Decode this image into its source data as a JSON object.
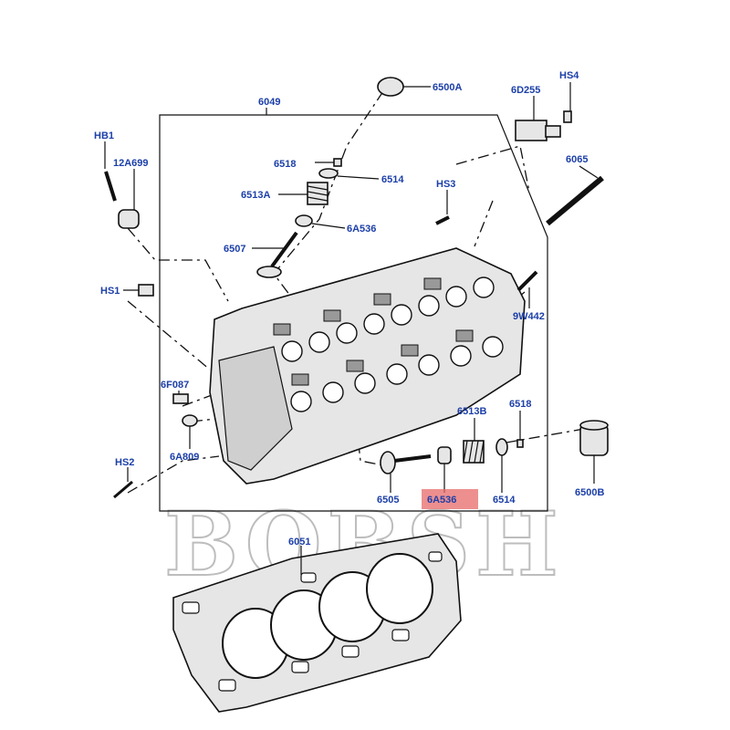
{
  "diagram": {
    "labels": {
      "l6049": "6049",
      "l6500A": "6500A",
      "l6D255": "6D255",
      "lHS4": "HS4",
      "lHB1": "HB1",
      "l12A699": "12A699",
      "l6518a": "6518",
      "l6514a": "6514",
      "l6065": "6065",
      "l6513Aa": "6513A",
      "lHS3": "HS3",
      "l6A536a": "6A536",
      "l6507": "6507",
      "lHS1": "HS1",
      "l9W442": "9W442",
      "l6F087": "6F087",
      "l6513B": "6513B",
      "l6518b": "6518",
      "l6A809": "6A809",
      "lHS2": "HS2",
      "l6505": "6505",
      "l6A536b": "6A536",
      "l6514b": "6514",
      "l6500B": "6500B",
      "l6051": "6051"
    },
    "watermark": "BOBSH",
    "label_color": "#1c3fa8",
    "highlight_color": "#e86a6a"
  }
}
